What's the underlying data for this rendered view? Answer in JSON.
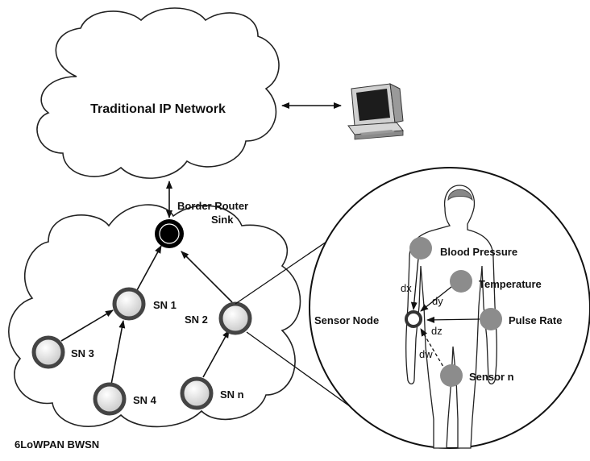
{
  "ip_network": {
    "label": "Traditional IP Network"
  },
  "border_router": {
    "line1": "Border Router",
    "line2": "Sink"
  },
  "wsn": {
    "label": "6LoWPAN BWSN",
    "nodes": {
      "sn1": "SN 1",
      "sn2": "SN 2",
      "sn3": "SN 3",
      "sn4": "SN 4",
      "snn": "SN n"
    }
  },
  "body_view": {
    "sensor_node": "Sensor Node",
    "sensors": {
      "blood_pressure": "Blood Pressure",
      "temperature": "Temperature",
      "pulse_rate": "Pulse Rate",
      "sensor_n": "Sensor n"
    },
    "distances": {
      "dx": "dx",
      "dy": "dy",
      "dz": "dz",
      "dw": "dw"
    }
  },
  "colors": {
    "node_fill": "#d9d9d9",
    "node_ring": "#444444",
    "sensor_fill": "#8c8c8c",
    "sink": "#000000"
  },
  "icons": {
    "computer": "desktop-computer-icon",
    "body": "human-body-silhouette"
  }
}
